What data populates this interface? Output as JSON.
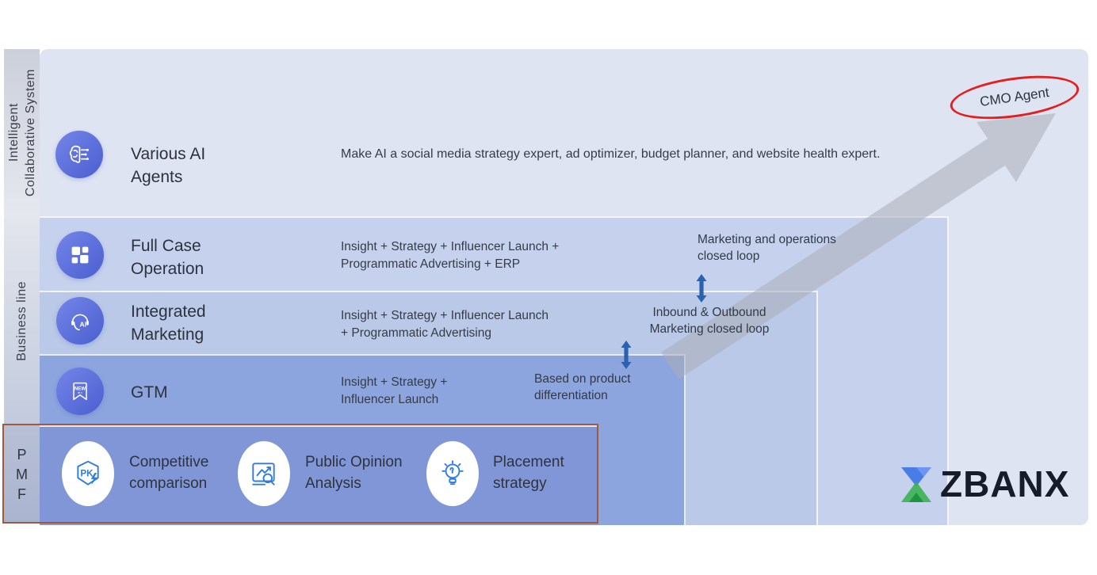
{
  "side_labels": {
    "system": "Intelligent\nCollaborative System",
    "business": "Business line",
    "pmf": "P\nM\nF"
  },
  "cmo": {
    "label": "CMO Agent"
  },
  "levels": [
    {
      "name": "various-ai-agents",
      "icon": "brain-circuit-icon",
      "title": "Various AI\nAgents",
      "description": "Make AI a social media strategy expert, ad optimizer, budget planner, and website health expert.",
      "annotation": ""
    },
    {
      "name": "full-case-operation",
      "icon": "grid-icon",
      "title": "Full Case\nOperation",
      "description": "Insight + Strategy + Influencer Launch +\nProgrammatic Advertising + ERP",
      "annotation": "Marketing and operations\nclosed loop"
    },
    {
      "name": "integrated-marketing",
      "icon": "ai-headset-icon",
      "icon_text": "AI",
      "title": "Integrated\nMarketing",
      "description": "Insight + Strategy + Influencer Launch\n+ Programmatic Advertising",
      "annotation": "Inbound & Outbound\nMarketing closed loop"
    },
    {
      "name": "gtm",
      "icon": "new-bookmark-icon",
      "icon_text": "NEW",
      "title": "GTM",
      "description": "Insight + Strategy +\nInfluencer Launch",
      "annotation": "Based on product\ndifferentiation"
    }
  ],
  "pmf_items": [
    {
      "name": "competitive-comparison",
      "icon": "pk-shield-icon",
      "icon_text": "PK",
      "label": "Competitive\ncomparison"
    },
    {
      "name": "public-opinion-analysis",
      "icon": "chart-magnifier-icon",
      "label": "Public Opinion\nAnalysis"
    },
    {
      "name": "placement-strategy",
      "icon": "lightbulb-icon",
      "label": "Placement\nstrategy"
    }
  ],
  "brand": {
    "name": "ZBANX"
  },
  "colors": {
    "level1": "#dfe4f3",
    "level2": "#c6d2ed",
    "level3": "#bac9e7",
    "level4": "#8da5de",
    "level5": "#8096d6",
    "circle_gradient_start": "#7486e8",
    "circle_gradient_end": "#4a5ed0",
    "double_arrow_blue": "#2b62ae",
    "gray_arrow": "#a9adb8",
    "red_ellipse": "#e32020",
    "brown_frame": "#a2583a",
    "bottom_icon_blue": "#2e7ce2",
    "brand_navy": "#171c2b",
    "brand_blue": "#4a7ce8",
    "brand_green": "#36b14e"
  }
}
